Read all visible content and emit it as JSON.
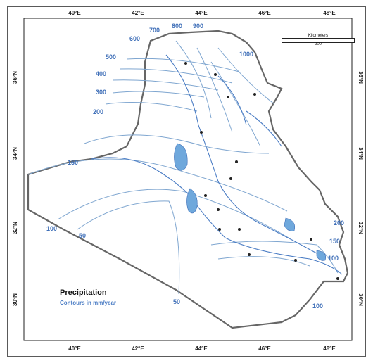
{
  "map": {
    "legend_title": "Precipitation",
    "legend_subtitle": "Contours in mm/year",
    "scale_title": "Kilometers",
    "scale_value": "200",
    "longitude_ticks": [
      "40°E",
      "42°E",
      "44°E",
      "46°E",
      "48°E"
    ],
    "latitude_ticks": [
      "36°N",
      "34°N",
      "32°N",
      "30°N"
    ],
    "contour_labels": [
      "700",
      "800",
      "900",
      "600",
      "500",
      "1000",
      "400",
      "300",
      "200",
      "150",
      "100",
      "50",
      "200",
      "150",
      "100",
      "100",
      "50"
    ],
    "colors": {
      "contour_label": "#3f6fb8",
      "water": "#6fa8dc",
      "border": "#666666",
      "contours": "#7fa6d0"
    }
  }
}
